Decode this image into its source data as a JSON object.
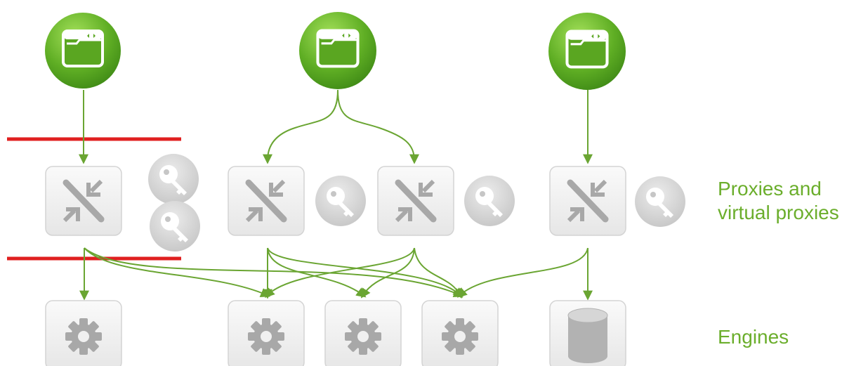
{
  "labels": {
    "proxies": [
      "Proxies and",
      "virtual proxies"
    ],
    "engines": "Engines"
  },
  "icons": {
    "client": "app-window-icon",
    "proxy": "proxy-arrows-icon",
    "key": "key-icon",
    "engine": "gear-icon",
    "repository": "database-icon"
  },
  "colors": {
    "green": "#6bae2c",
    "connector": "#6aa532",
    "boundary": "#e02020",
    "tile": "#f0f0f0",
    "tile_border": "#d4d4d4",
    "icon_gray": "#a8a8a8"
  }
}
